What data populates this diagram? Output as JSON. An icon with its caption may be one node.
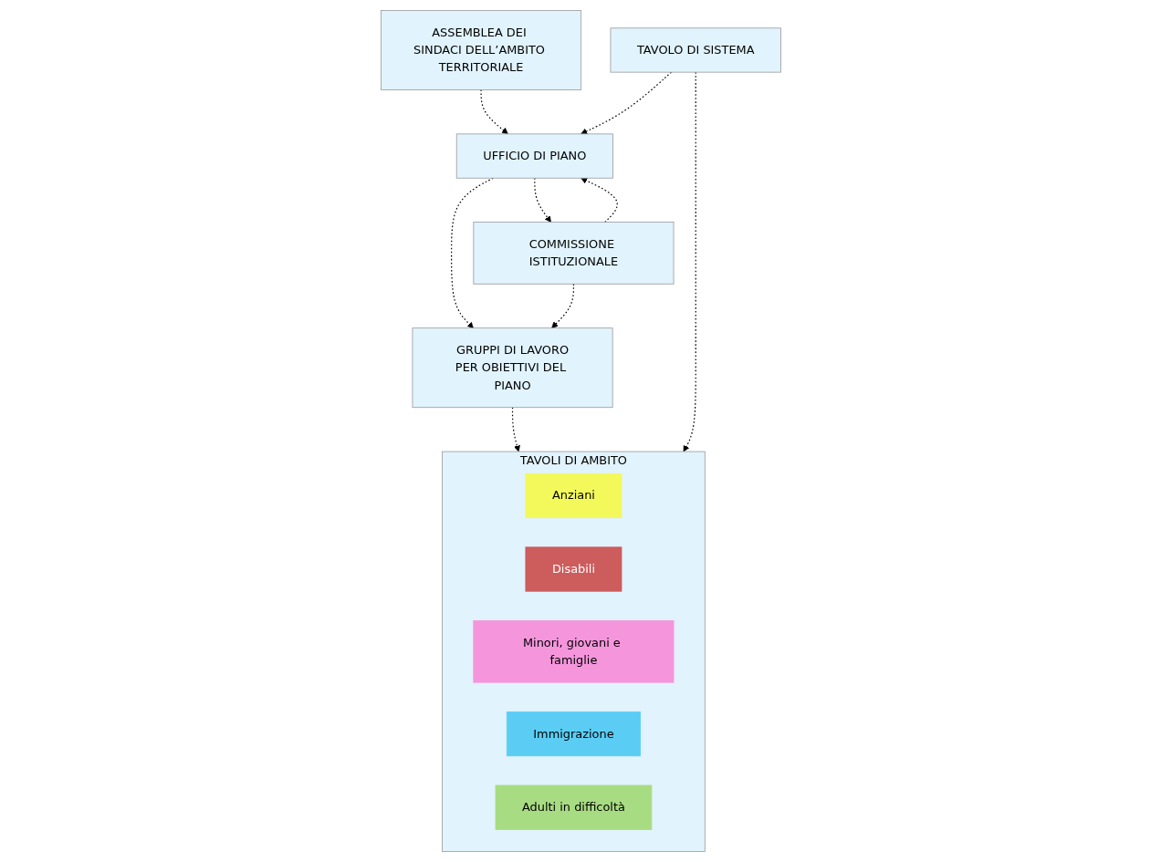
{
  "diagram": {
    "nodes": [
      {
        "text": [
          "ASSEMBLEA DEI SINDACI DELL’AMBITO TERRITORIALE"
        ]
      },
      {
        "text": [
          "UFFICIO DI PIANO"
        ]
      },
      {
        "text": [
          "COMMISSIONE ISTITUZIONALE"
        ]
      },
      {
        "text": [
          "TAVOLO DI SISTEMA"
        ]
      },
      {
        "text": [
          "GRUPPI DI LAVORO",
          "PER OBIETTIVI DEL PIANO"
        ]
      },
      {
        "text": [
          "TAVOLI DI AMBITO"
        ]
      },
      {
        "text": [
          "Anziani"
        ],
        "in": 5
      },
      {
        "text": [
          "Disabili"
        ],
        "in": 5
      },
      {
        "text": [
          "Minori, giovani e famiglie"
        ],
        "in": 5
      },
      {
        "text": [
          "Immigrazione"
        ],
        "in": 5
      },
      {
        "text": [
          "Adulti in difficoltà"
        ],
        "in": 5
      }
    ],
    "edges": [
      {
        "from": 0,
        "to": 1,
        "arrow": "to",
        "style": "dashed"
      },
      {
        "from": 2,
        "to": 1,
        "arrow": "to",
        "style": "dashed"
      },
      {
        "from": 1,
        "to": 2,
        "arrow": "to",
        "style": "dashed"
      },
      {
        "from": 3,
        "to": 1,
        "arrow": "to",
        "style": "dashed"
      },
      {
        "from": 1,
        "to": 4,
        "arrow": "to",
        "style": "dashed"
      },
      {
        "from": 2,
        "to": 4,
        "arrow": "to",
        "style": "dashed"
      },
      {
        "from": 4,
        "to": 5,
        "arrow": "to",
        "style": "dashed"
      },
      {
        "from": 3,
        "to": 5,
        "arrow": "to",
        "style": "dashed"
      }
    ]
  }
}
